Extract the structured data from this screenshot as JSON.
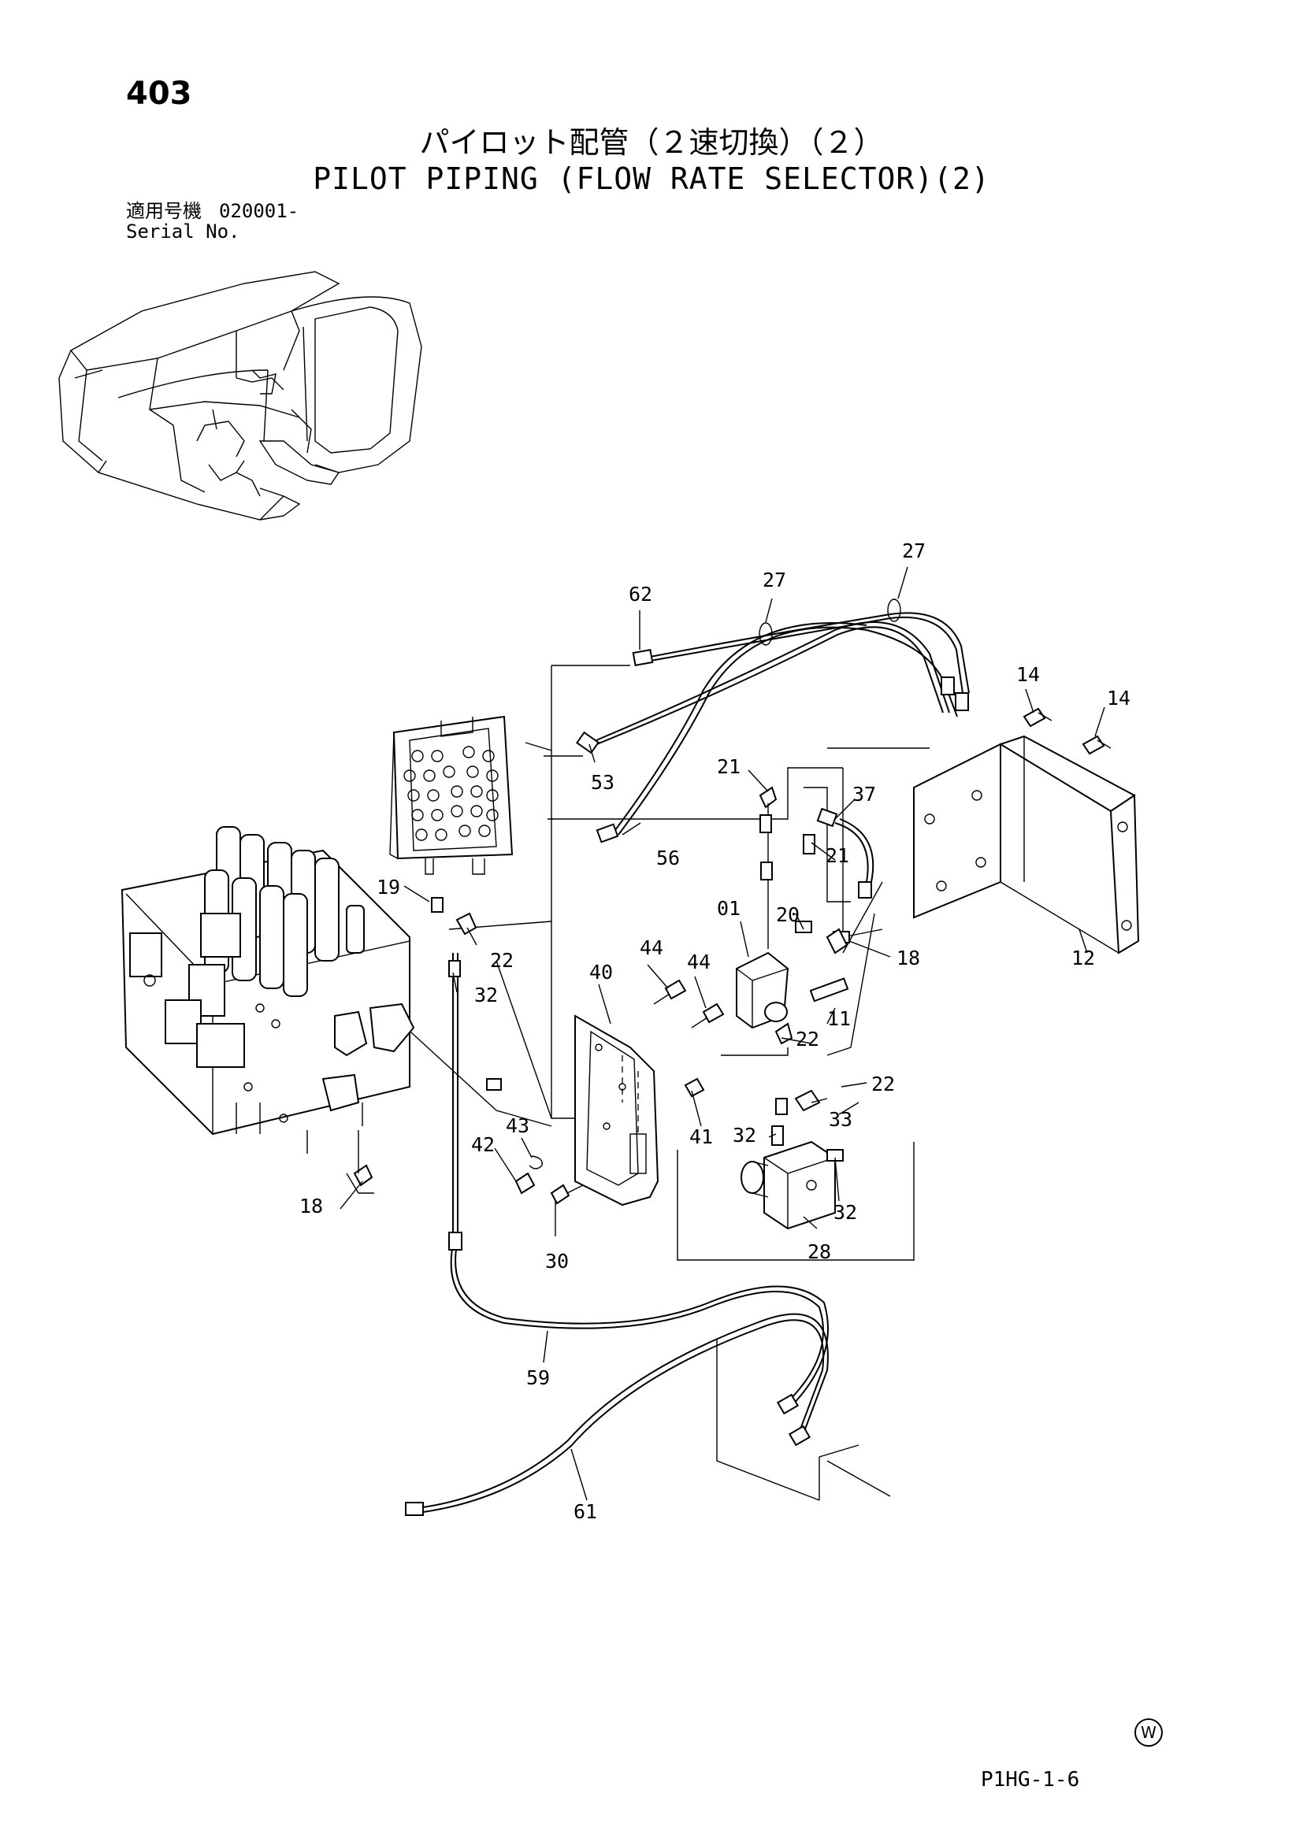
{
  "header": {
    "page_number": "403",
    "title_ja": "パイロット配管（２速切換）（２）",
    "title_en": "PILOT PIPING (FLOW RATE SELECTOR)(2)",
    "serial_label_ja": "適用号機",
    "serial_value": "020001-",
    "serial_label_en": "Serial No."
  },
  "callouts": [
    "62",
    "27",
    "27",
    "14",
    "14",
    "53",
    "21",
    "37",
    "56",
    "21",
    "19",
    "01",
    "20",
    "18",
    "22",
    "32",
    "44",
    "44",
    "40",
    "11",
    "12",
    "22",
    "22",
    "33",
    "43",
    "42",
    "32",
    "41",
    "32",
    "18",
    "30",
    "28",
    "59",
    "61"
  ],
  "footer": {
    "code": "P1HG-1-6",
    "mark": "W"
  }
}
